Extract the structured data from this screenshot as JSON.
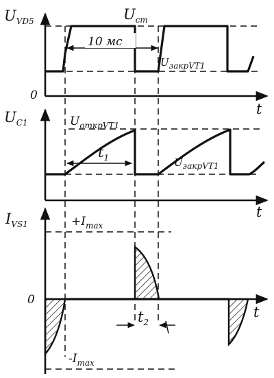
{
  "panels": {
    "vd5": {
      "axis_symbol": "U",
      "axis_subscript": "VD5",
      "level_symbol": "U",
      "level_subscript": "ст",
      "period_label": "10 мс",
      "closed_symbol": "U",
      "closed_subscript": "закрVT1",
      "zero_label": "0",
      "time_label": "t"
    },
    "c1": {
      "axis_symbol": "U",
      "axis_subscript": "C1",
      "open_symbol": "U",
      "open_subscript": "открVT1",
      "t1_symbol": "t",
      "t1_subscript": "1",
      "closed_symbol": "U",
      "closed_subscript": "закрVT1",
      "time_label": "t"
    },
    "vs1": {
      "axis_symbol": "I",
      "axis_subscript": "VS1",
      "pos_max_label": "+I",
      "pos_max_subscript": "max",
      "zero_label": "0",
      "t2_symbol": "t",
      "t2_subscript": "2",
      "neg_max_label": "-I",
      "neg_max_subscript": "max",
      "time_label": "t"
    }
  }
}
